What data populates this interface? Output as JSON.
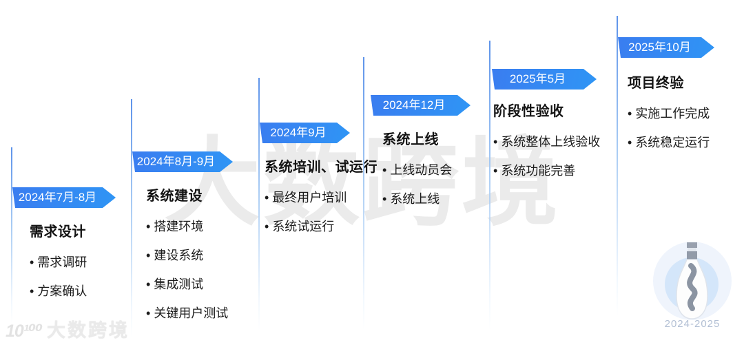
{
  "watermark": {
    "center_text": "大数跨境",
    "brand_icon": "10¹⁰⁰",
    "brand_name": "大数跨境"
  },
  "badge": {
    "years": "2024-2025"
  },
  "colors": {
    "banner_blue_start": "#3A7DF0",
    "banner_blue_end": "#2F95F5",
    "line_blue": "#5D93EA",
    "title_text": "#141414",
    "bullet_text": "#1C1C1C"
  },
  "stages": [
    {
      "date": "2024年7月-8月",
      "title": "需求设计",
      "bullets": [
        "需求调研",
        "方案确认"
      ]
    },
    {
      "date": "2024年8月-9月",
      "title": "系统建设",
      "bullets": [
        "搭建环境",
        "建设系统",
        "集成测试",
        "关键用户测试"
      ]
    },
    {
      "date": "2024年9月",
      "title": "系统培训、试运行",
      "bullets": [
        "最终用户培训",
        "系统试运行"
      ]
    },
    {
      "date": "2024年12月",
      "title": "系统上线",
      "bullets": [
        "上线动员会",
        "系统上线"
      ]
    },
    {
      "date": "2025年5月",
      "title": "阶段性验收",
      "bullets": [
        "系统整体上线验收",
        "系统功能完善"
      ]
    },
    {
      "date": "2025年10月",
      "title": "项目终验",
      "bullets": [
        "实施工作完成",
        "系统稳定运行"
      ]
    }
  ]
}
